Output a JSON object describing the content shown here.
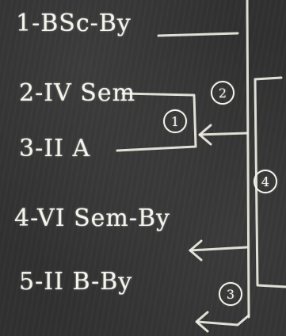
{
  "rows": [
    {
      "text": "1-BSc-By"
    },
    {
      "text": "2-IV Sem"
    },
    {
      "text": "3-II A"
    },
    {
      "text": "4-VI Sem-By"
    },
    {
      "text": "5-II B-By"
    }
  ],
  "circles": [
    {
      "text": "2"
    },
    {
      "text": "1"
    },
    {
      "text": "4"
    },
    {
      "text": "3"
    }
  ]
}
